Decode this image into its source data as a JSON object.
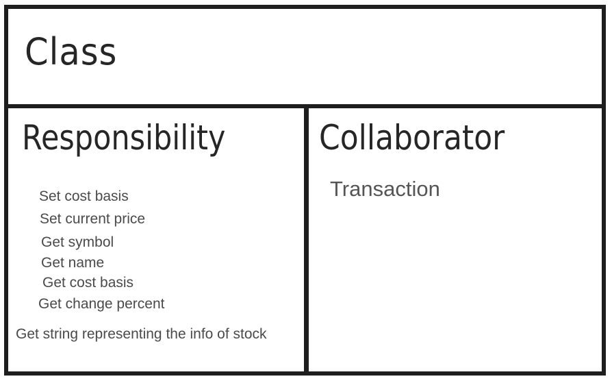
{
  "card": {
    "class_title": "Class",
    "responsibility_header": "Responsibility",
    "collaborator_header": "Collaborator",
    "responsibilities": [
      "Set cost basis",
      "Set current price",
      "Get symbol",
      "Get name",
      "Get cost basis",
      "Get change percent",
      "Get string representing the info of stock"
    ],
    "collaborators": [
      "Transaction"
    ]
  }
}
